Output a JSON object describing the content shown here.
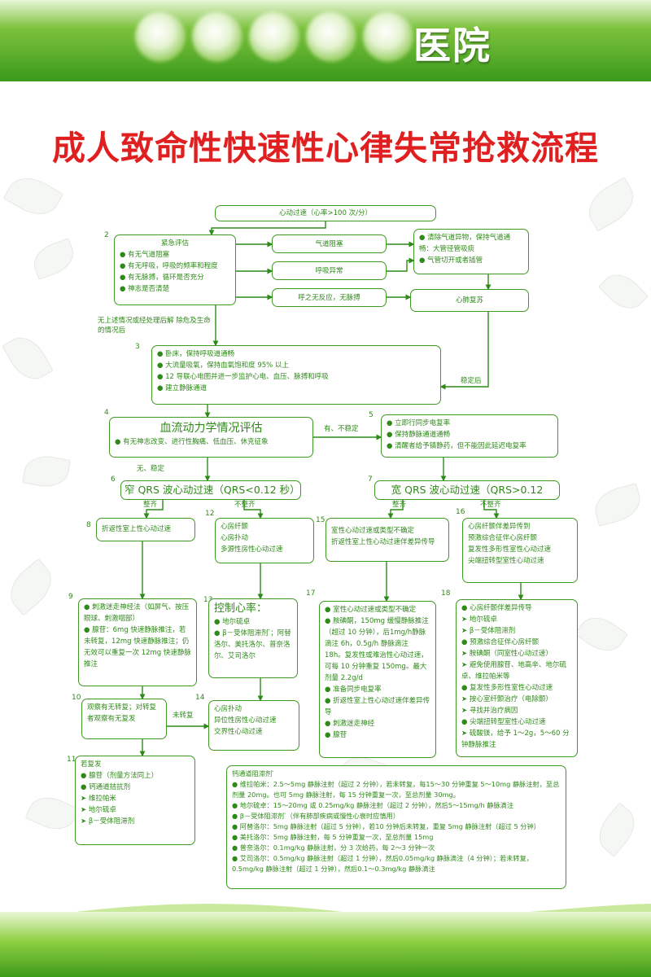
{
  "header": {
    "hospital_name": "医院"
  },
  "title": "成人致命性快速性心律失常抢救流程",
  "colors": {
    "accent_green": "#3f9a24",
    "title_red": "#e02020"
  },
  "nodes": {
    "start": "心动过速（心率>100 次/分）",
    "emergency": {
      "title": "紧急评估",
      "items": [
        "有无气道阻塞",
        "有无呼吸，呼吸的频率和程度",
        "有无脉搏，循环是否充分",
        "神志是否清楚"
      ]
    },
    "airway_block": "气道阻塞",
    "resp_abnormal": "呼吸异常",
    "no_response": "呼之无反应，无脉搏",
    "airway_treat": [
      "清除气道异物，保持气道通畅：大管径管吸痰",
      "气管切开或者插管"
    ],
    "cpr": "心肺复苏",
    "general": [
      "卧床，保持呼吸道通畅",
      "大流量吸氧，保持血氧饱和度 95% 以上",
      "12 导联心电图并进一步监护心电、血压、脉搏和呼吸",
      "建立静脉通道"
    ],
    "hemo": {
      "title": "血流动力学情况评估",
      "text": "有无神志改变、进行性胸痛、低血压、休克征象"
    },
    "cardio": [
      "立即行同步电复率",
      "保持静脉通道通畅",
      "清醒者给予镇静药，但不能因此延迟电复率"
    ],
    "narrow": "窄 QRS 波心动过速（QRS<0.12 秒）",
    "wide": "宽  QRS  波心动过速（QRS>0.12",
    "box8": "折返性室上性心动过速",
    "box12": [
      "心房纤颤",
      "心房扑动",
      "多源性房性心动过速"
    ],
    "box15": [
      "室性心动过速或类型不确定",
      "折返性室上性心动过速伴差异传导"
    ],
    "box16": [
      "心房纤颤伴差异传到",
      "预激综合征伴心房纤颤",
      "复发性多形性室性心动过速",
      "尖端扭转型室性心动过速"
    ],
    "box9": [
      "刺激迷走神经法（如屏气、按压眼球、刺激咽部）",
      "腺苷：6mg 快速静脉推注，若未转复，12mg 快速静脉推注；仍无效可以重复一次 12mg 快速静脉推注"
    ],
    "box13": {
      "title": "控制心率：",
      "items": [
        "地尔硫卓",
        "β－受体阻滞剂 ̈；阿替洛尔、美托洛尔、普奈洛尔、艾司洛尔"
      ]
    },
    "box17": [
      "室性心动过速或类型不确定",
      "胺碘酮，150mg 缓慢静脉推注（超过 10 分钟），后1mg/h静脉滴注 6h，0.5g/h 静脉滴注 18h。复发性或难治性心动过速，可每 10 分钟重复 150mg。最大剂量 2.2g/d",
      "准备同步电复率",
      "折返性室上性心动过速伴差异传导",
      "刺激迷走神经",
      "腺苷"
    ],
    "box18": [
      "心房纤颤伴差异传导",
      "地尔硫卓",
      "β－受体阻滞剂",
      "预激综合征伴心房纤颤",
      "胺碘酮（同室性心动过速）",
      "避免使用腺苷、地高辛、地尔硫卓、维拉帕米等",
      "复发性多形性室性心动过速",
      "按心室纤颤治疗（电除颤）",
      "寻找并治疗病因",
      "尖端扭转型室性心动过速",
      "硫酸镁，给予 1～2g，5～60 分钟静脉推注"
    ],
    "box10": "观察有无转复；对转复者观察有无复发",
    "box14": [
      "心房扑动",
      "异位性房性心动过速",
      "交界性心动过速"
    ],
    "box11": {
      "title": "若复发",
      "items": [
        "腺苷（剂量方法同上）",
        "钙通道拮抗剂",
        "维拉帕米",
        "地尔硫卓",
        "β－受体阻滞剂"
      ]
    },
    "ccb": {
      "title": "钙通道阻滞剂 ̈",
      "items": [
        "维拉帕米：2.5～5mg 静脉注射（超过 2 分钟），若未转复，每15～30 分钟重复 5～10mg 静脉注射，至总剂量 20mg。也可 5mg 静脉注射，每 15 分钟重复一次，至总剂量 30mg。",
        "地尔硫卓：15～20mg 或 0.25mg/kg 静脉注射（超过 2 分钟），然后5～15mg/h 静脉滴注",
        "β－受体阻滞剂 ̈（伴有肺部疾病或慢性心衰时应慎用）",
        "阿替洛尔：5mg 静脉注射（超过 5 分钟），若10 分钟后未转复，重复 5mg 静脉注射（超过 5 分钟）",
        "美托洛尔：5mg 静脉注射，每 5 分钟重复一次，至总剂量 15mg",
        "普奈洛尔：0.1mg/kg 静脉注射，分 3 次给药，每 2～3 分钟一次",
        "艾司洛尔：0.5mg/kg 静脉注射（超过 1 分钟），然后0.05mg/kg 静脉滴注（4 分钟）；若未转复，0.5mg/kg 静脉注射（超过 1 分钟），然后0.1～0.3mg/kg 静脉滴注"
      ]
    }
  },
  "labels": {
    "not_resolved": "无上述情况或经处理后解  除危及生命的情况后",
    "stabilized": "稳定后",
    "unstable": "有、不稳定",
    "stable": "无、稳定",
    "regular_1": "整齐",
    "irregular_1": "不整齐",
    "regular_2": "整齐",
    "irregular_2": "不整齐",
    "not_converted": "未转复"
  },
  "steps": [
    "2",
    "3",
    "4",
    "5",
    "6",
    "7",
    "8",
    "9",
    "10",
    "11",
    "12",
    "13",
    "14",
    "15",
    "16",
    "17",
    "18"
  ]
}
